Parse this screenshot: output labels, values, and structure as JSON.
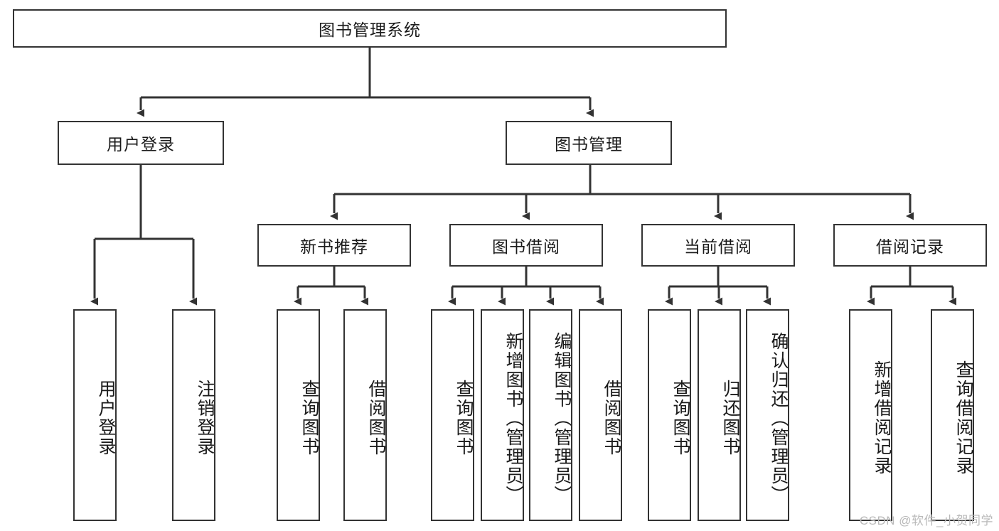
{
  "diagram": {
    "title": "图书管理系统",
    "type": "tree-hierarchy-chart",
    "watermark": "CSDN @软件_小贺同学",
    "colors": {
      "box_border": "#333333",
      "box_fill": "#ffffff",
      "connector": "#333333",
      "text": "#1a1a1a",
      "watermark": "#b9b9b9"
    },
    "root": {
      "id": "root",
      "label": "图书管理系统"
    },
    "level2": [
      {
        "id": "user-login",
        "label": "用户登录"
      },
      {
        "id": "book-management",
        "label": "图书管理"
      }
    ],
    "level3": [
      {
        "id": "new-book-recommend",
        "label": "新书推荐"
      },
      {
        "id": "book-borrow",
        "label": "图书借阅"
      },
      {
        "id": "current-borrow",
        "label": "当前借阅"
      },
      {
        "id": "borrow-record",
        "label": "借阅记录"
      }
    ],
    "leaves": {
      "user-login": [
        {
          "id": "leaf-user-login",
          "label": "用户登录"
        },
        {
          "id": "leaf-logout",
          "label": "注销登录"
        }
      ],
      "new-book-recommend": [
        {
          "id": "leaf-query-book-1",
          "label": "查询图书"
        },
        {
          "id": "leaf-borrow-book-1",
          "label": "借阅图书"
        }
      ],
      "book-borrow": [
        {
          "id": "leaf-query-book-2",
          "label": "查询图书"
        },
        {
          "id": "leaf-add-book",
          "label": "新增图书（管理员）"
        },
        {
          "id": "leaf-edit-book",
          "label": "编辑图书（管理员）"
        },
        {
          "id": "leaf-borrow-book-2",
          "label": "借阅图书"
        }
      ],
      "current-borrow": [
        {
          "id": "leaf-query-book-3",
          "label": "查询图书"
        },
        {
          "id": "leaf-return-book",
          "label": "归还图书"
        },
        {
          "id": "leaf-confirm-return",
          "label": "确认归还（管理员）"
        }
      ],
      "borrow-record": [
        {
          "id": "leaf-add-record",
          "label": "新增借阅记录"
        },
        {
          "id": "leaf-query-record",
          "label": "查询借阅记录"
        }
      ]
    }
  }
}
